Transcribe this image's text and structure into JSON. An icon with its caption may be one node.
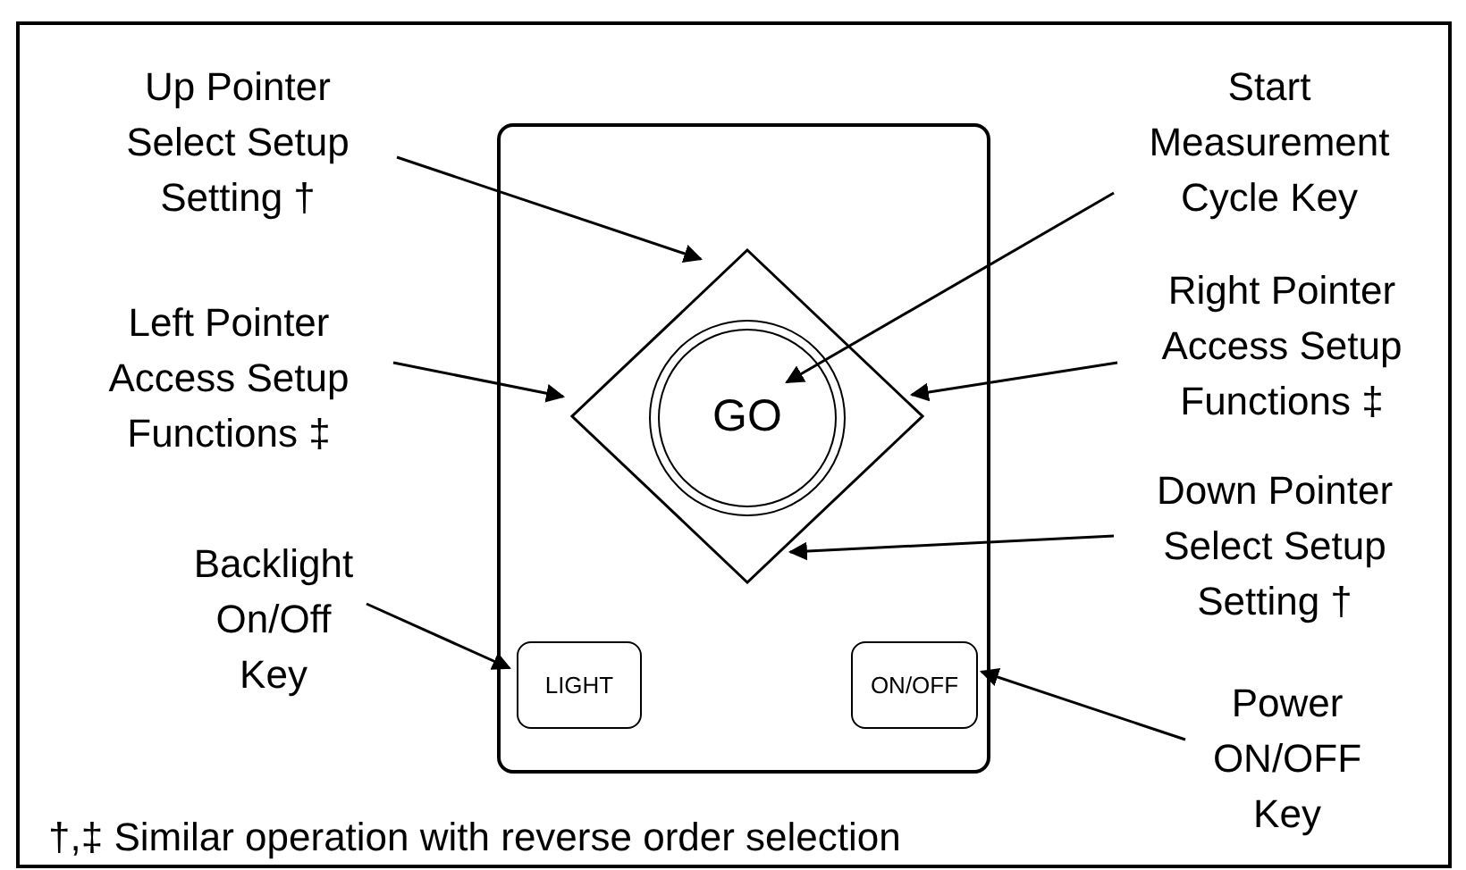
{
  "diagram": {
    "nodes": [
      {
        "text": [],
        "shape": "box"
      },
      {
        "text": [],
        "shape": "diamond",
        "in": 0
      },
      {
        "text": [
          "GO"
        ],
        "in": 1
      },
      {
        "text": [
          "LIGHT"
        ],
        "in": 0
      },
      {
        "text": [
          "ON/OFF"
        ],
        "in": 0
      },
      {
        "text": [
          "Up Pointer Select Setup Setting †"
        ]
      },
      {
        "text": [
          "Start Measurement Cycle Key"
        ]
      },
      {
        "text": [
          "Left Pointer Access Setup Functions ‡"
        ]
      },
      {
        "text": [
          "Right Pointer Access Setup Functions ‡"
        ]
      },
      {
        "text": [
          "Down Pointer Select Setup Setting †"
        ]
      },
      {
        "text": [
          "Backlight On/Off Key"
        ]
      },
      {
        "text": [
          "Power ON/OFF Key"
        ]
      }
    ],
    "edges": [
      {
        "from": 5,
        "to": 1,
        "arrow": "to"
      },
      {
        "from": 6,
        "to": 2,
        "arrow": "to"
      },
      {
        "from": 7,
        "to": 1,
        "arrow": "to"
      },
      {
        "from": 8,
        "to": 1,
        "arrow": "to"
      },
      {
        "from": 9,
        "to": 1,
        "arrow": "to"
      },
      {
        "from": 10,
        "to": 3,
        "arrow": "to"
      },
      {
        "from": 11,
        "to": 4,
        "arrow": "to"
      }
    ],
    "labels": [
      "†,‡ Similar operation with reverse order selection"
    ]
  }
}
